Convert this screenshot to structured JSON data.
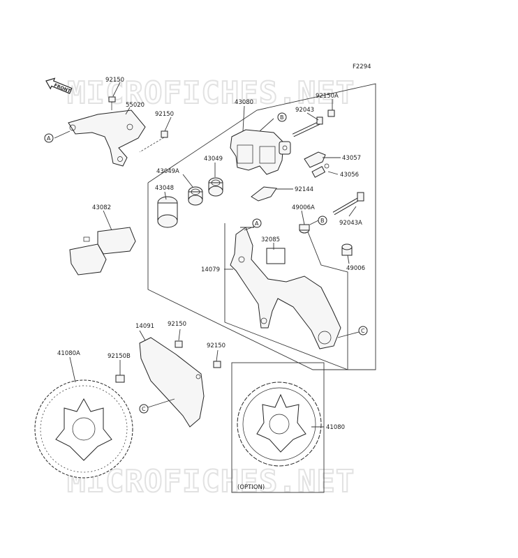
{
  "diagram": {
    "figure_code": "F2294",
    "front_label": "FRONT",
    "option_label": "(OPTION)",
    "watermark": [
      "MICROFICHES.NET",
      "MICROFICHES.NET"
    ],
    "part_numbers": {
      "p92150_top": "92150",
      "p55020": "55020",
      "p92150_mid": "92150",
      "p43080": "43080",
      "p92150A": "92150A",
      "p92043": "92043",
      "p43057": "43057",
      "p43049": "43049",
      "p43049A": "43049A",
      "p43056": "43056",
      "p43048": "43048",
      "p92144": "92144",
      "p43082": "43082",
      "p49006A": "49006A",
      "p92043A": "92043A",
      "p32085": "32085",
      "p14079": "14079",
      "p49006": "49006",
      "p14091": "14091",
      "p92150_low1": "92150",
      "p92150_low2": "92150",
      "p41080A": "41080A",
      "p92150B": "92150B",
      "p41080": "41080"
    },
    "refs": {
      "A1": "A",
      "A2": "A",
      "B1": "B",
      "B2": "B",
      "C1": "C",
      "C2": "C"
    }
  }
}
